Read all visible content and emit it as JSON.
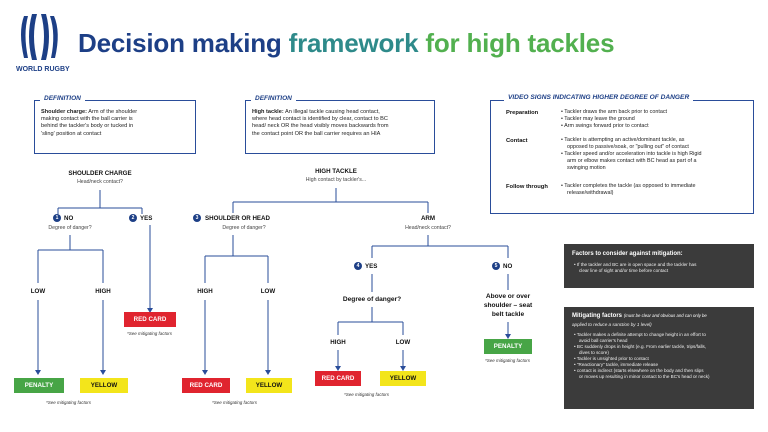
{
  "logo": {
    "text": "WORLD RUGBY"
  },
  "title": {
    "part1": "Decision making ",
    "part2": "framework ",
    "part3": "for high tackles"
  },
  "definition_left": {
    "heading": "DEFINITION",
    "term": "Shoulder charge:",
    "lines": [
      "Arm of the shoulder",
      "making contact with the ball carrier is",
      "behind the tackler's body or tucked in",
      "'sling' position at contact"
    ]
  },
  "definition_mid": {
    "heading": "DEFINITION",
    "term": "High tackle:",
    "lines": [
      "An illegal tackle causing head contact,",
      "where head contact is identified by clear, contact to BC",
      "head/ neck OR the head visibly moves backwards from",
      "the contact point OR the ball carrier requires an HIA"
    ]
  },
  "video_signs": {
    "heading": "VIDEO SIGNS INDICATING HIGHER DEGREE OF DANGER",
    "rows": [
      {
        "label": "Preparation",
        "items": [
          "• Tackler draws the arm back prior to contact",
          "• Tackler may leave the ground",
          "• Arm swings forward prior to contact"
        ]
      },
      {
        "label": "Contact",
        "items": [
          "• Tackler is attempting an active/dominant tackle, as",
          "opposed to passive/soak, or \"pulling out\" of contact",
          "• Tackler speed and/or acceleration into tackle is high Rigid",
          "arm or elbow makes contact with BC head as part of a",
          "swinging motion"
        ]
      },
      {
        "label": "Follow through",
        "items": [
          "• Tackler completes the tackle (as opposed to immediate",
          "release/withdrawal)"
        ]
      }
    ]
  },
  "flow": {
    "shoulder_charge": {
      "label": "SHOULDER CHARGE",
      "sub": "Head/neck contact?"
    },
    "sc_no": {
      "num": "1",
      "label": "NO",
      "sub": "Degree of danger?"
    },
    "sc_yes": {
      "num": "2",
      "label": "YES"
    },
    "sc_low": "LOW",
    "sc_high": "HIGH",
    "high_tackle": {
      "label": "HIGH TACKLE",
      "sub": "High contact by tackler's..."
    },
    "ht_shoulder": {
      "num": "3",
      "label": "SHOULDER OR HEAD",
      "sub": "Degree of danger?"
    },
    "ht_arm": {
      "label": "ARM",
      "sub": "Head/neck contact?"
    },
    "sh_high": "HIGH",
    "sh_low": "LOW",
    "arm_yes": {
      "num": "4",
      "label": "YES"
    },
    "arm_no": {
      "num": "5",
      "label": "NO"
    },
    "arm_yes_q": "Degree of danger?",
    "arm_no_q": [
      "Above or over",
      "shoulder – seat",
      "belt tackle"
    ],
    "ay_high": "HIGH",
    "ay_low": "LOW"
  },
  "outcomes": {
    "penalty1": "PENALTY",
    "yellow1": "YELLOW",
    "red_sc": "RED CARD",
    "red2": "RED CARD",
    "yellow2": "YELLOW",
    "red3": "RED CARD",
    "yellow3": "YELLOW",
    "penalty2": "PENALTY"
  },
  "notes": {
    "see_mitigating": "*See mitigating factors"
  },
  "factors_against": {
    "title": "Factors to consider against mitigation:",
    "items": [
      "• If the tackler and BC are in open space and the tackler has",
      "clear line of sight and/or time before contact"
    ]
  },
  "mitigating": {
    "title": "Mitigating factors",
    "title_note": [
      "(must be clear and obvious and can only be",
      "applied to reduce a sanction by 1 level)"
    ],
    "items": [
      "• Tackler makes a definite attempt to change height in an effort to",
      "avoid ball carrier's head",
      "• BC suddenly drops in height (e.g. From earlier tackle, trips/falls,",
      "dives to score)",
      "• Tackler is unsighted prior to contact",
      "• \"Reactionary\" tackle, immediate release",
      "• contact is indirect (starts elsewhere on the body and then slips",
      "or moves up resulting in minor contact to the BC's head or neck)"
    ]
  },
  "colors": {
    "navy": "#1d3f86",
    "teal": "#2e8a8a",
    "green": "#52b04f",
    "red": "#e0242f",
    "yellow": "#f3e51b",
    "line": "#2a4d9a"
  }
}
